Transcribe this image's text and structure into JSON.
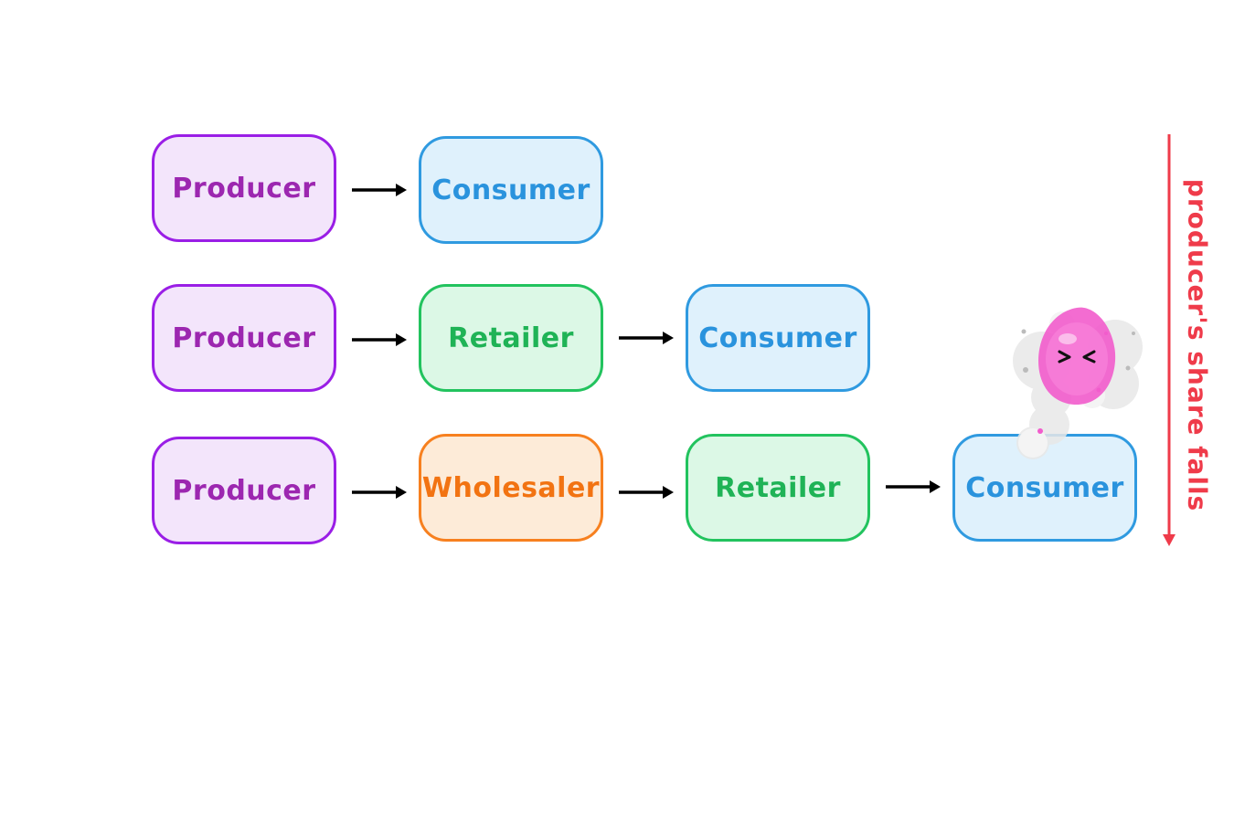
{
  "rows": [
    {
      "nodes": [
        {
          "label": "Producer",
          "role": "producer"
        },
        {
          "label": "Consumer",
          "role": "consumer"
        }
      ]
    },
    {
      "nodes": [
        {
          "label": "Producer",
          "role": "producer"
        },
        {
          "label": "Retailer",
          "role": "retailer"
        },
        {
          "label": "Consumer",
          "role": "consumer"
        }
      ]
    },
    {
      "nodes": [
        {
          "label": "Producer",
          "role": "producer"
        },
        {
          "label": "Wholesaler",
          "role": "wholesaler"
        },
        {
          "label": "Retailer",
          "role": "retailer"
        },
        {
          "label": "Consumer",
          "role": "consumer"
        }
      ]
    }
  ],
  "side_note": {
    "label": "producer's share falls",
    "color": "#ef3b4a"
  },
  "colors": {
    "producer": "#9a1ee6",
    "consumer": "#2f9ae0",
    "retailer": "#22c35e",
    "wholesaler": "#f7801f",
    "arrow": "#000000"
  },
  "icons": {
    "mascot": "sad-pink-blob-icon"
  }
}
